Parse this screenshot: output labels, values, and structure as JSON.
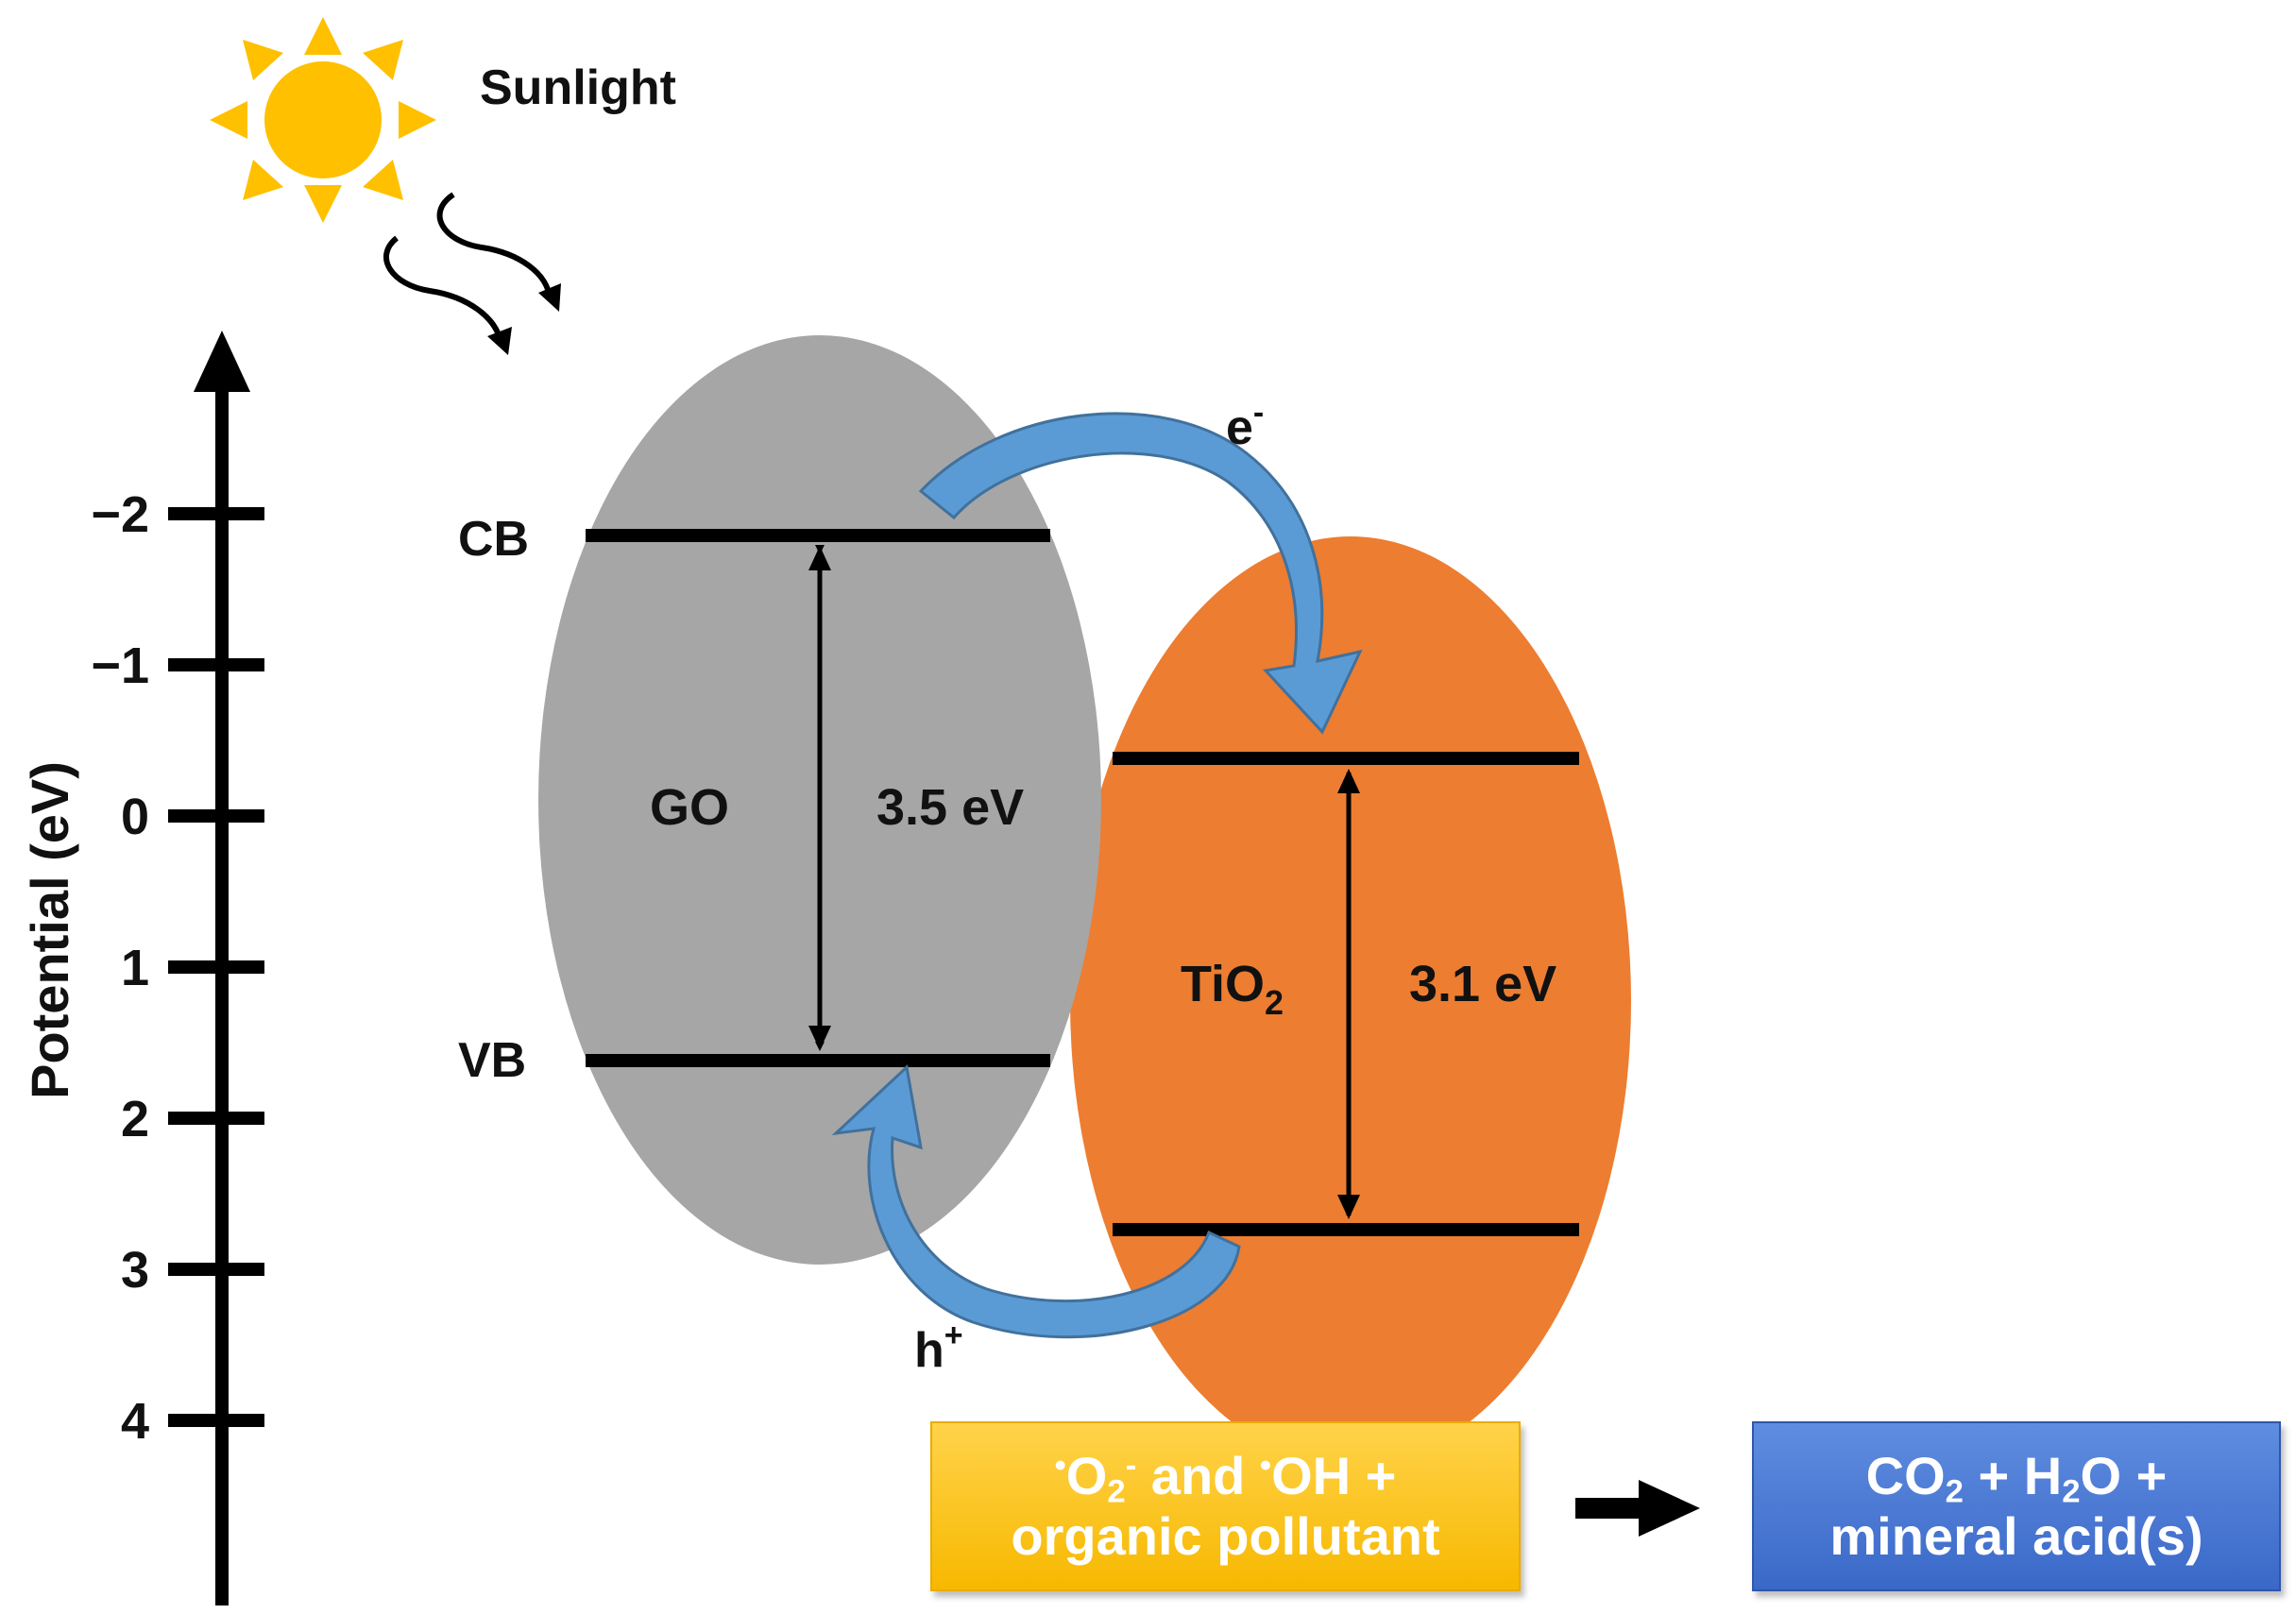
{
  "sunlight_label": "Sunlight",
  "axis": {
    "label": "Potential (eV)",
    "ticks": [
      "−2",
      "−1",
      "0",
      "1",
      "2",
      "3",
      "4"
    ]
  },
  "go": {
    "name": "GO",
    "gap": "3.5 eV",
    "cb_label": "CB",
    "vb_label": "VB",
    "color": "#a6a6a6"
  },
  "tio2": {
    "name_base": "TiO",
    "name_sub": "2",
    "gap": "3.1 eV",
    "color": "#ed7d31"
  },
  "electron": {
    "base": "e",
    "sup": "-"
  },
  "hole": {
    "base": "h",
    "sup": "+"
  },
  "arrow_color": "#4a8ed6",
  "reactants_box": {
    "radical1": "•",
    "o2_base": "O",
    "o2_sub": "2",
    "o2_sup": "-",
    "and_text": " and ",
    "radical2": "•",
    "oh_text": "OH +",
    "line2": "organic pollutant",
    "color": "#ffc000"
  },
  "products_box": {
    "co2_base": "CO",
    "co2_sub": "2",
    "plus1": " + H",
    "h2o_sub": "2",
    "h2o_tail": "O +",
    "line2": "mineral acid(s)",
    "color": "#4472c4"
  }
}
